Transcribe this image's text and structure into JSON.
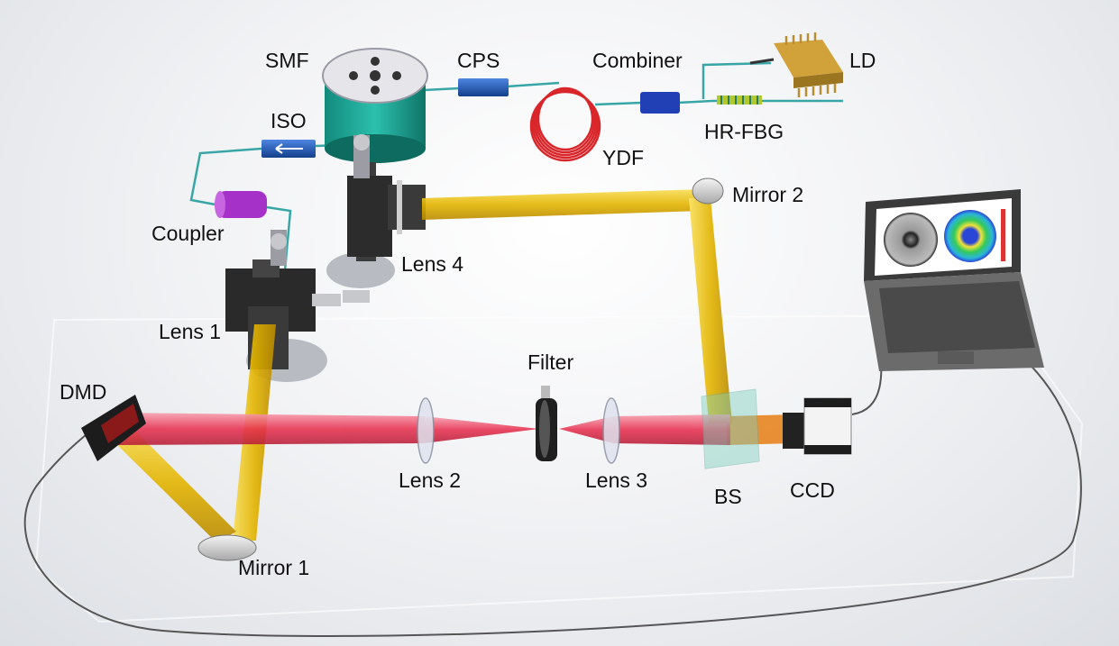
{
  "labels": {
    "smf": "SMF",
    "cps": "CPS",
    "combiner": "Combiner",
    "ld": "LD",
    "iso": "ISO",
    "hr_fbg": "HR-FBG",
    "ydf": "YDF",
    "mirror2": "Mirror 2",
    "coupler": "Coupler",
    "lens4": "Lens 4",
    "lens1": "Lens 1",
    "filter": "Filter",
    "dmd": "DMD",
    "lens2": "Lens 2",
    "lens3": "Lens 3",
    "bs": "BS",
    "ccd": "CCD",
    "mirror1": "Mirror 1"
  },
  "colors": {
    "red_beam": "#e8304f",
    "yellow_beam": "#e6b800",
    "fiber": "#38a6a6",
    "cable": "#555555",
    "smf_spool": "#23a99a",
    "ydf_coil": "#d9262a",
    "cps_iso": "#1d59b7",
    "coupler": "#a531c8",
    "combiner": "#2140b5",
    "ld": "#c7962a"
  }
}
